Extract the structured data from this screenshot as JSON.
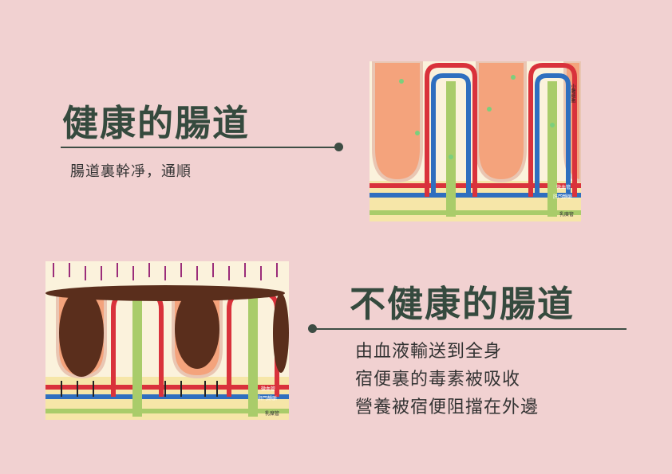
{
  "healthy": {
    "title": "健康的腸道",
    "subtitle": "腸道裏幹凈，通順",
    "image_labels": {
      "cell": "小腸細胞",
      "capillary": "微血管",
      "portal_vein": "肝門靜脈",
      "lacteal": "乳糜管"
    }
  },
  "unhealthy": {
    "title": "不健康的腸道",
    "lines": [
      "由血液輸送到全身",
      "宿便裏的毒素被吸收",
      "營養被宿便阻擋在外邊"
    ],
    "image_labels": {
      "capillary": "微血管",
      "portal_vein": "肝門靜脈",
      "lacteal": "乳糜管"
    }
  },
  "colors": {
    "background": "#f1d1d1",
    "text": "#354a3e"
  }
}
